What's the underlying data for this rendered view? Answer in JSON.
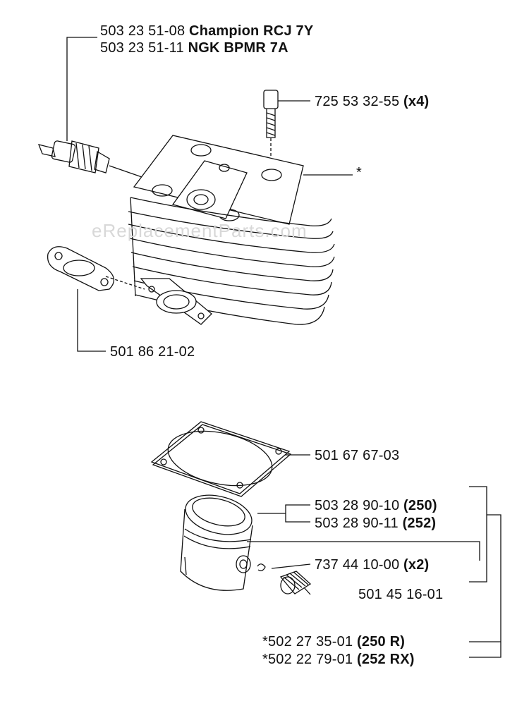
{
  "watermark": "eReplacementParts.com",
  "labels": {
    "spark_plug_1": {
      "part": "503 23 51-08",
      "desc": "Champion RCJ 7Y"
    },
    "spark_plug_2": {
      "part": "503 23 51-11",
      "desc": "NGK BPMR 7A"
    },
    "screw": {
      "part": "725 53 32-55",
      "qty": "(x4)"
    },
    "cylinder_star": "*",
    "exhaust_gasket": {
      "part": "501 86 21-02"
    },
    "base_gasket": {
      "part": "501 67 67-03"
    },
    "piston_250": {
      "part": "503 28 90-10",
      "model": "(250)"
    },
    "piston_252": {
      "part": "503 28 90-11",
      "model": "(252)"
    },
    "circlip": {
      "part": "737 44 10-00",
      "qty": "(x2)"
    },
    "needle_bearing": {
      "part": "501 45 16-01"
    },
    "kit_250r": {
      "part": "*502 27 35-01",
      "model": "(250 R)"
    },
    "kit_252rx": {
      "part": "*502 22 79-01",
      "model": "(252 RX)"
    }
  }
}
